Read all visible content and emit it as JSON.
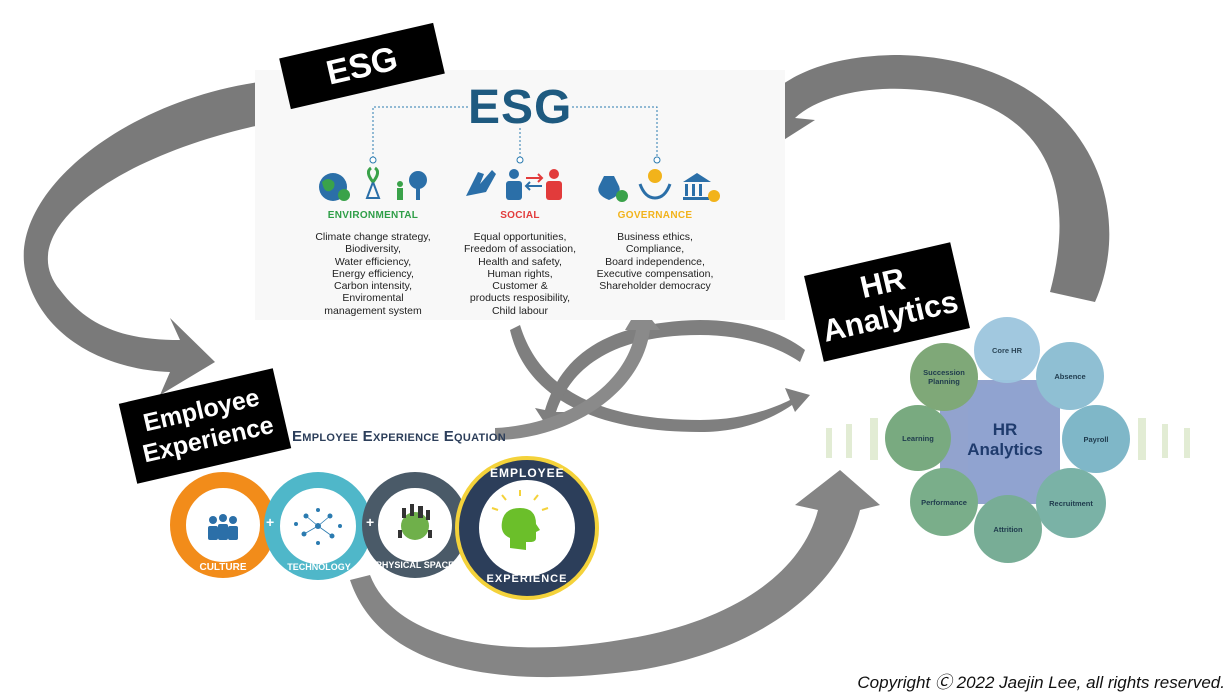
{
  "tags": {
    "esg": "ESG",
    "hr_analytics_line1": "HR",
    "hr_analytics_line2": "Analytics",
    "employee_experience_line1": "Employee",
    "employee_experience_line2": "Experience"
  },
  "esg_panel": {
    "title": "ESG",
    "columns": [
      {
        "title": "ENVIRONMENTAL",
        "color": "#2e9e47",
        "icons": [
          "globe-icon",
          "flask-plant-icon",
          "person-tree-icon"
        ],
        "items": [
          "Climate change strategy,",
          "Biodiversity,",
          "Water efficiency,",
          "Energy efficiency,",
          "Carbon intensity,",
          "Enviromental",
          "management system"
        ]
      },
      {
        "title": "SOCIAL",
        "color": "#e23b3b",
        "icons": [
          "hand-icon",
          "people-exchange-icon"
        ],
        "items": [
          "Equal opportunities,",
          "Freedom of association,",
          "Health and safety,",
          "Human rights,",
          "Customer &",
          "products resposibility,",
          "Child labour"
        ]
      },
      {
        "title": "GOVERNANCE",
        "color": "#f2b31b",
        "icons": [
          "money-bag-icon",
          "gear-hands-icon",
          "bank-icon"
        ],
        "items": [
          "Business ethics,",
          "Compliance,",
          "Board independence,",
          "Executive compensation,",
          "Shareholder democracy"
        ]
      }
    ]
  },
  "equation": {
    "title": "Employee Experience Equation",
    "items": [
      {
        "label": "CULTURE",
        "color": "#f28c1a"
      },
      {
        "label": "TECHNOLOGY",
        "color": "#4fb7c9"
      },
      {
        "label": "PHYSICAL SPACE",
        "color": "#4a5a68"
      }
    ],
    "result": {
      "line1": "EMPLOYEE",
      "line2": "EXPERIENCE",
      "color": "#2c3e5a",
      "ring": "#f4d23a"
    },
    "plus": "+",
    "equals": "="
  },
  "hr_cluster": {
    "center_line1": "HR",
    "center_line2": "Analytics",
    "nodes": [
      "Core HR",
      "Absence",
      "Payroll",
      "Recruitment",
      "Attrition",
      "Performance",
      "Learning",
      "Succession Planning"
    ]
  },
  "copyright": "Copyright Ⓒ 2022 Jaejin Lee, all rights reserved."
}
